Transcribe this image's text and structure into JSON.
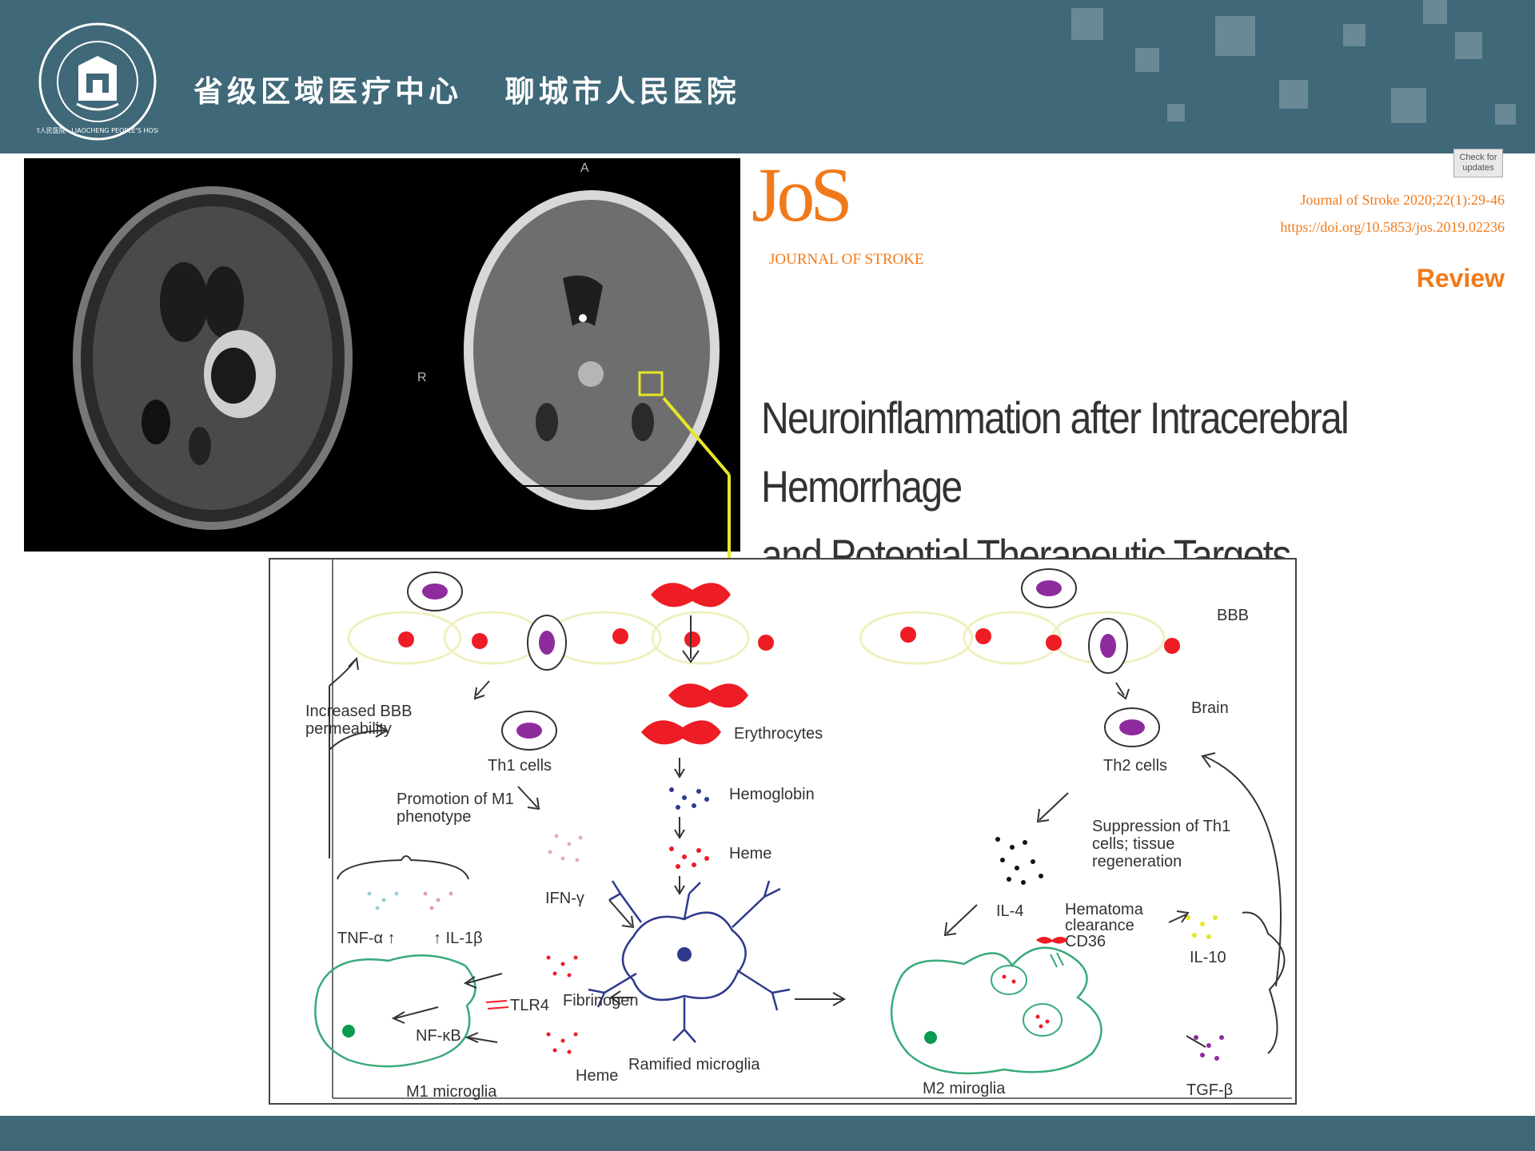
{
  "header": {
    "logo_ring_text": "聊城市人民医院 · LIAOCHENG PEOPLE'S HOSPITAL",
    "title": "省级区域医疗中心   聊城市人民医院"
  },
  "scans": {
    "ct_markers": {
      "anterior": "A",
      "right": "R"
    }
  },
  "journal": {
    "logo": "JoS",
    "name": "JOURNAL OF STROKE",
    "check_updates": "Check for updates",
    "citation": "Journal of Stroke 2020;22(1):29-46",
    "doi": "https://doi.org/10.5853/jos.2019.02236",
    "article_type": "Review",
    "title_line1": "Neuroinflammation after Intracerebral Hemorrhage",
    "title_line2": "and Potential Therapeutic Targets"
  },
  "diagram": {
    "bbb": "BBB",
    "brain": "Brain",
    "increased_bbb_1": "Increased BBB",
    "increased_bbb_2": "permeability",
    "th1": "Th1 cells",
    "th2": "Th2 cells",
    "promotion_1": "Promotion of M1",
    "promotion_2": "phenotype",
    "erythrocytes": "Erythrocytes",
    "hemoglobin": "Hemoglobin",
    "heme": "Heme",
    "suppression_1": "Suppression of Th1",
    "suppression_2": "cells; tissue",
    "suppression_3": "regeneration",
    "ifn": "IFN-γ",
    "il4": "IL-4",
    "tnf": "TNF-α ↑",
    "il1b": "↑ IL-1β",
    "hematoma_1": "Hematoma",
    "hematoma_2": "clearance",
    "cd36": "CD36",
    "il10": "IL-10",
    "tlr4": "TLR4",
    "fibrinogen": "Fibrinogen",
    "nfkb": "NF-κB",
    "heme2": "Heme",
    "ramified": "Ramified microglia",
    "m1": "M1 microglia",
    "m2": "M2 miroglia",
    "tgf": "TGF-β"
  },
  "colors": {
    "header_bg": "#3f6878",
    "journal_orange": "#f07a1b",
    "highlight_yellow": "#e6e62a",
    "erythrocyte_red": "#ee1c24",
    "nucleus_purple": "#8e2c9e",
    "microglia_green": "#3aaa7a",
    "microglia_blue": "#2e3a8c"
  }
}
